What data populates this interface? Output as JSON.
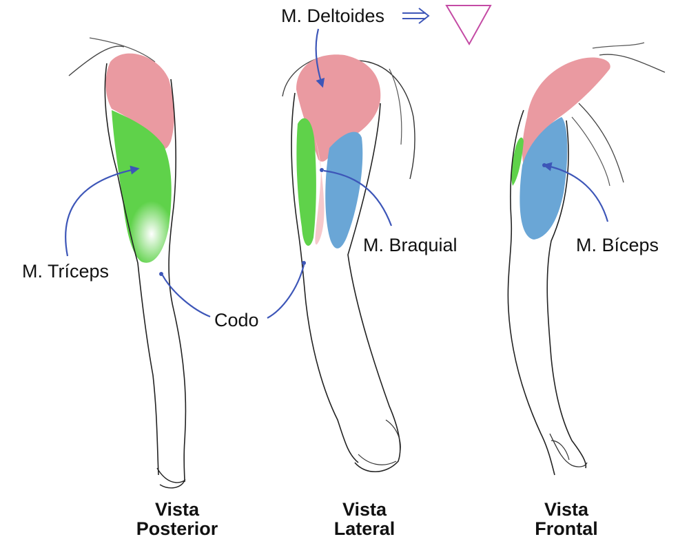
{
  "labels": {
    "deltoides": "M. Deltoides",
    "triceps": "M. Tríceps",
    "braquial": "M. Braquial",
    "biceps": "M. Bíceps",
    "codo": "Codo"
  },
  "captions": {
    "posterior": {
      "line1": "Vista",
      "line2": "Posterior"
    },
    "lateral": {
      "line1": "Vista",
      "line2": "Lateral"
    },
    "frontal": {
      "line1": "Vista",
      "line2": "Frontal"
    }
  },
  "colors": {
    "deltoid": "#ea9aa1",
    "triceps": "#5fd24a",
    "biceps_brachialis": "#6aa6d6",
    "pointer": "#3d56b8",
    "triangle": "#c44aa4",
    "outline": "#222222",
    "text": "#111111"
  },
  "icons": {
    "double_arrow": "double-arrow-right-icon",
    "triangle": "inverted-triangle-icon"
  }
}
